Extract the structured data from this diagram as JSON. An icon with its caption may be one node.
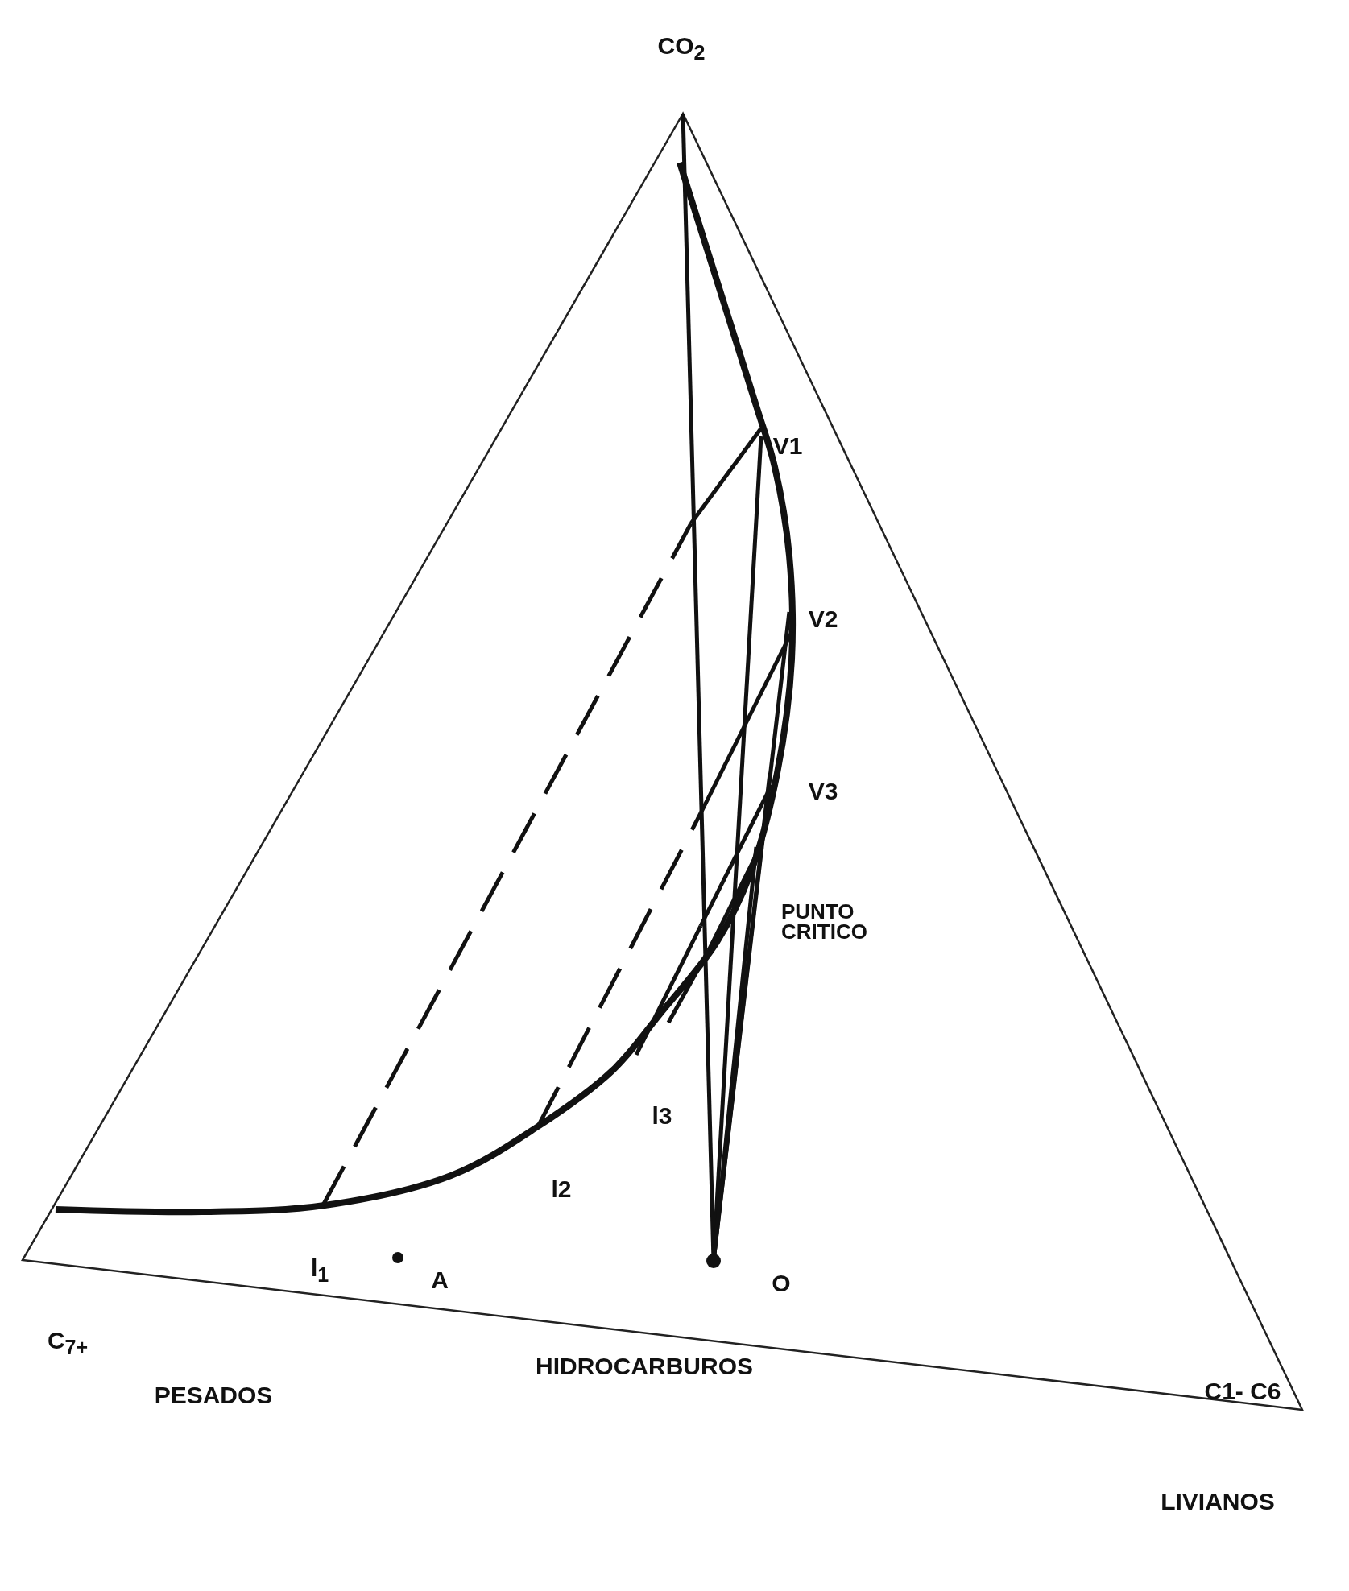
{
  "diagram": {
    "labels": [
      "CO$_{2}$",
      "V1",
      "V2",
      "V3",
      "PUNTO CRITICO",
      "l3",
      "l2",
      "l$_{1}$",
      "A",
      "O",
      "C$_{7+}$",
      "HIDROCARBUROS",
      "PESADOS",
      "C1- C6",
      "LIVIANOS"
    ]
  }
}
